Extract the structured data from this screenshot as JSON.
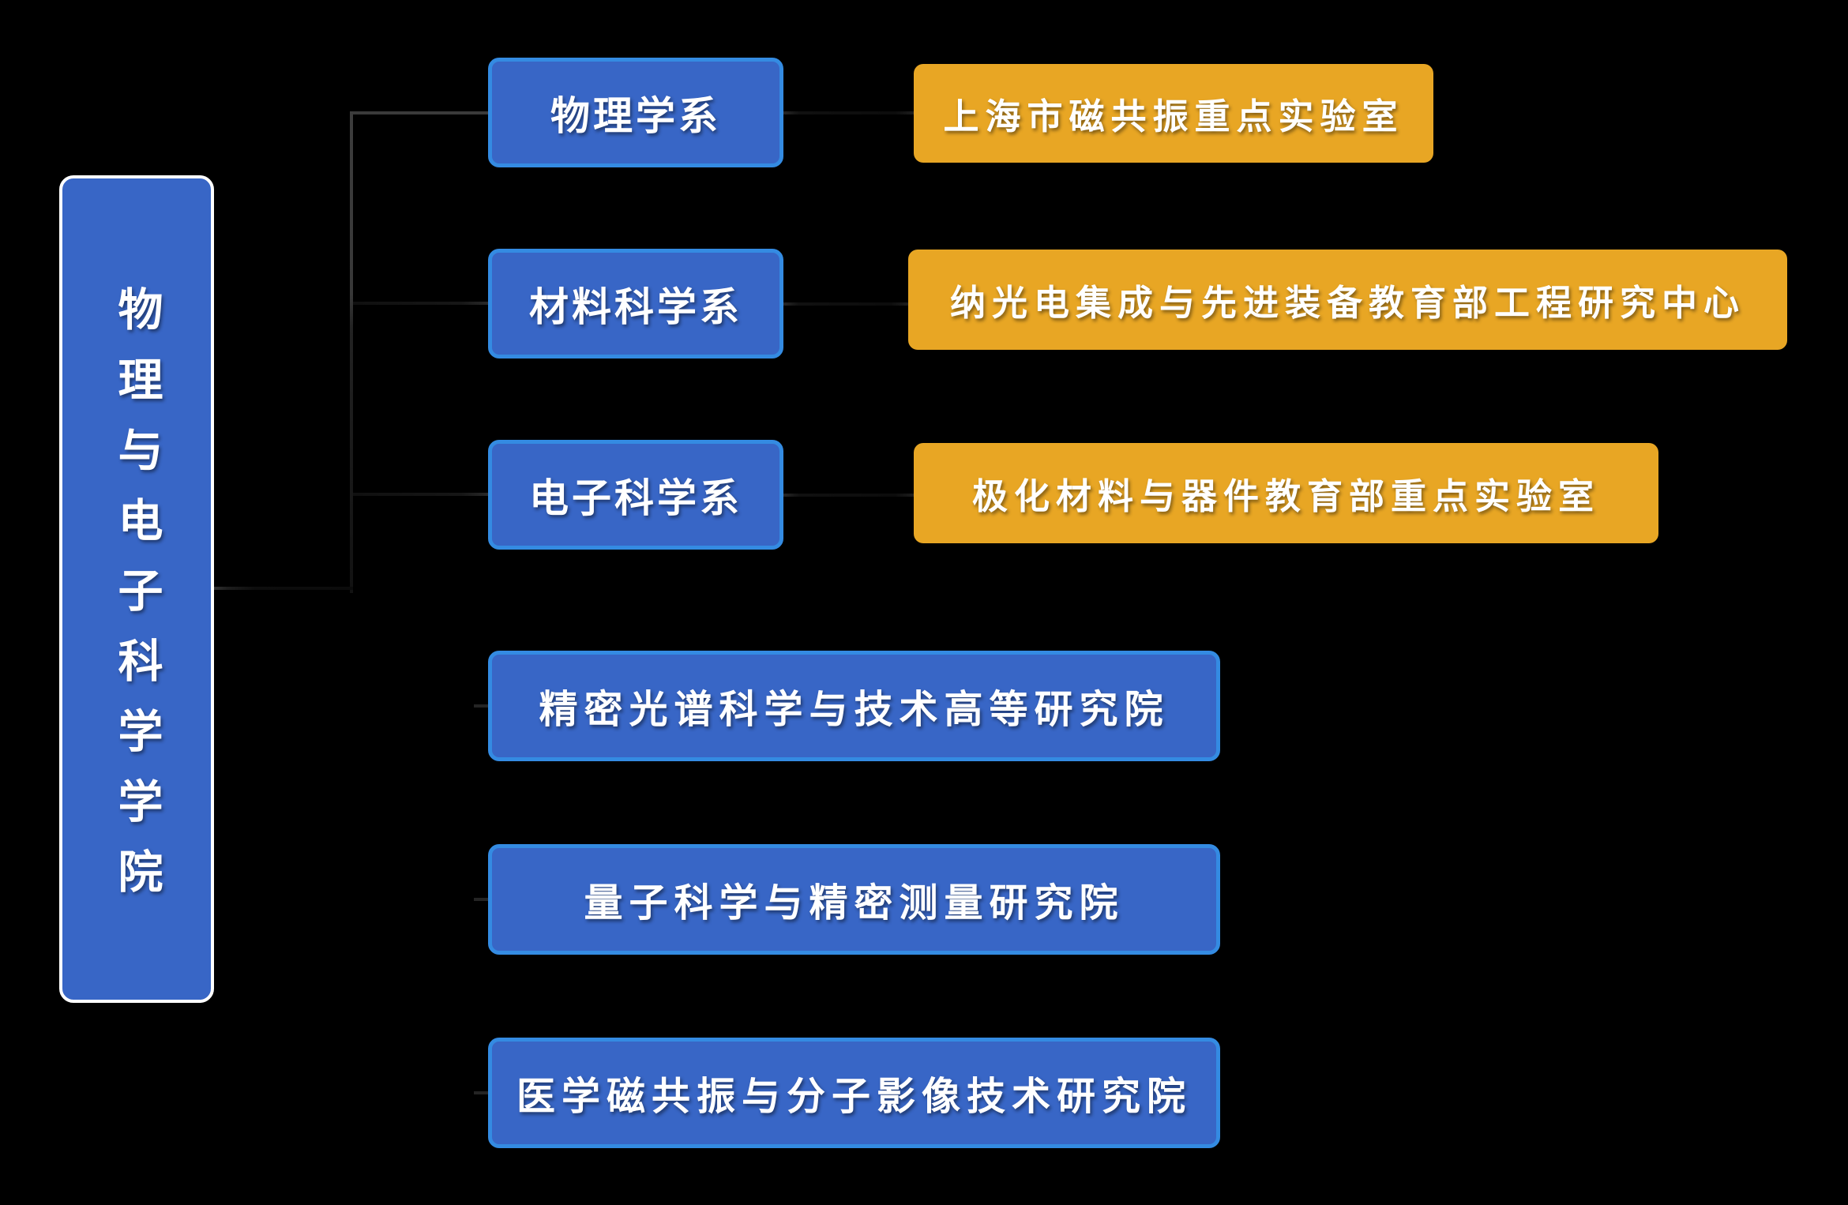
{
  "root": {
    "label": "物理与电子科学学院"
  },
  "departments": [
    {
      "label": "物理学系"
    },
    {
      "label": "材料科学系"
    },
    {
      "label": "电子科学系"
    }
  ],
  "labs": [
    {
      "label": "上海市磁共振重点实验室"
    },
    {
      "label": "纳光电集成与先进装备教育部工程研究中心"
    },
    {
      "label": "极化材料与器件教育部重点实验室"
    }
  ],
  "institutes": [
    {
      "label": "精密光谱科学与技术高等研究院"
    },
    {
      "label": "量子科学与精密测量研究院"
    },
    {
      "label": "医学磁共振与分子影像技术研究院"
    }
  ],
  "colors": {
    "background": "#000000",
    "node_blue_fill": "#3866C6",
    "node_blue_border": "#348BE2",
    "node_yellow_fill": "#E8A624",
    "root_border": "#FFFFFF",
    "connector": "#3A3A3A",
    "text": "#FFFFFF"
  }
}
